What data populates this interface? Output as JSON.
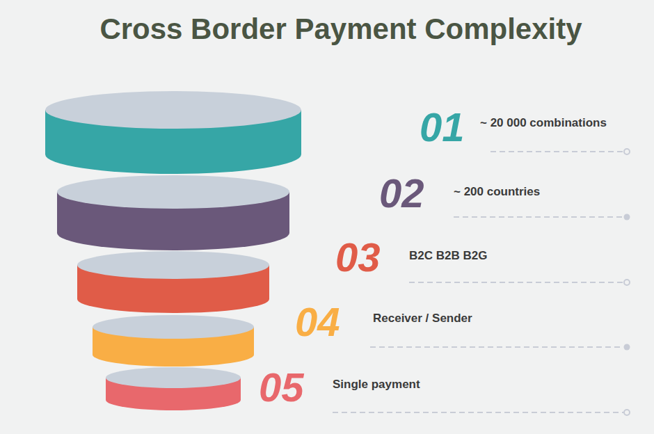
{
  "diagram": {
    "title": "Cross Border Payment Complexity",
    "labels": [
      "01",
      "~ 20 000 combinations",
      "02",
      "~ 200 countries",
      "03",
      "B2C B2B B2G",
      "04",
      "Receiver / Sender",
      "05",
      "Single payment"
    ]
  }
}
